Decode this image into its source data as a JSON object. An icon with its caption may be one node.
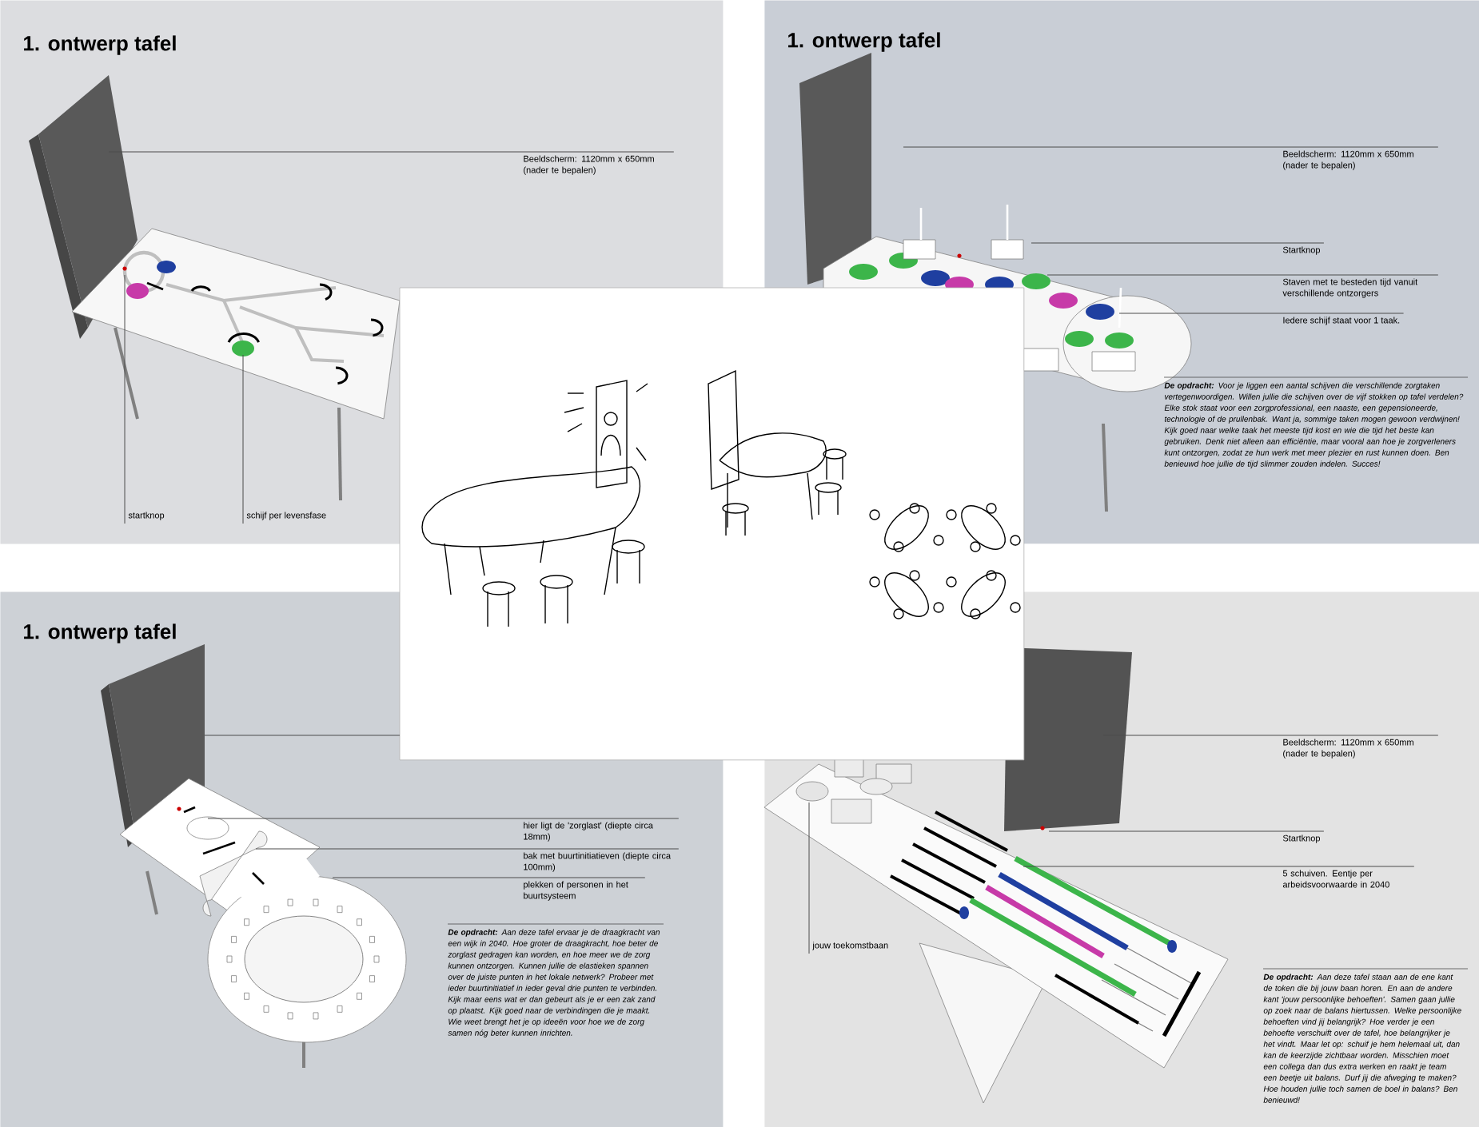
{
  "diagram": {
    "nodes": [
      {
        "text": [
          "1. ontwerp tafel"
        ]
      },
      {
        "text": [
          "1. ontwerp tafel"
        ]
      },
      {
        "text": [
          "1. ontwerp tafel"
        ]
      },
      {
        "text": [],
        "shape": "box"
      },
      {
        "text": [],
        "shape": "picture"
      },
      {
        "text": [
          "Beeldscherm: 1120mm x 650mm (nader te bepalen)"
        ],
        "in": 0
      },
      {
        "text": [
          "startknop"
        ],
        "in": 0
      },
      {
        "text": [
          "schijf per levensfase"
        ],
        "in": 0
      },
      {
        "text": [
          "Beeldscherm: 1120mm x 650mm (nader te bepalen)"
        ],
        "in": 1
      },
      {
        "text": [
          "Startknop"
        ],
        "in": 1
      },
      {
        "text": [
          "Staven met te besteden tijd vanuit verschillende ontzorgers"
        ],
        "in": 1
      },
      {
        "text": [
          "Iedere schijf staat voor 1 taak."
        ],
        "in": 1
      },
      {
        "text": [
          "hier ligt de 'zorglast' (diepte circa 18mm)"
        ],
        "in": 2
      },
      {
        "text": [
          "bak met buurtinitiatieven (diepte circa 100mm)"
        ],
        "in": 2
      },
      {
        "text": [
          "plekken of personen in het buurtsysteem"
        ],
        "in": 2
      },
      {
        "text": [
          "Beeldscherm: 1120mm x 650mm (nader te bepalen)"
        ],
        "in": 3
      },
      {
        "text": [
          "Startknop"
        ],
        "in": 3
      },
      {
        "text": [
          "5 schuiven. Eentje per arbeidsvoorwaarde in 2040"
        ],
        "in": 3
      },
      {
        "text": [
          "jouw toekomstbaan"
        ],
        "in": 3
      },
      {
        "text": [],
        "shape": "picture",
        "in": 0
      },
      {
        "text": [],
        "shape": "picture",
        "in": 1
      },
      {
        "text": [],
        "shape": "picture",
        "in": 2
      },
      {
        "text": [],
        "shape": "picture",
        "in": 3
      }
    ],
    "edges": [
      {
        "from": 5,
        "to": 19,
        "arrow": "none"
      },
      {
        "from": 6,
        "to": 19,
        "arrow": "none"
      },
      {
        "from": 7,
        "to": 19,
        "arrow": "none"
      },
      {
        "from": 8,
        "to": 20,
        "arrow": "none"
      },
      {
        "from": 9,
        "to": 20,
        "arrow": "none"
      },
      {
        "from": 10,
        "to": 20,
        "arrow": "none"
      },
      {
        "from": 11,
        "to": 20,
        "arrow": "none"
      },
      {
        "from": 12,
        "to": 21,
        "arrow": "none"
      },
      {
        "from": 13,
        "to": 21,
        "arrow": "none"
      },
      {
        "from": 14,
        "to": 21,
        "arrow": "none"
      },
      {
        "from": 15,
        "to": 22,
        "arrow": "none"
      },
      {
        "from": 16,
        "to": 22,
        "arrow": "none"
      },
      {
        "from": 17,
        "to": 22,
        "arrow": "none"
      },
      {
        "from": 18,
        "to": 22,
        "arrow": "none"
      },
      {
        "from": 4,
        "to": 21,
        "arrow": "none"
      }
    ],
    "labels": [
      "**De opdracht:** Voor je liggen een aantal schijven die verschillende zorgtaken vertegenwoordigen. Willen jullie die schijven over de vijf stokken op tafel verdelen? Elke stok staat voor een zorgprofessional, een naaste, een gepensioneerde, technologie of de prullenbak. Want ja, sommige taken mogen gewoon verdwijnen! Kijk goed naar welke taak het meeste tijd kost en wie die tijd het beste kan gebruiken. Denk niet alleen aan efficiëntie, maar vooral aan hoe je zorgverleners kunt ontzorgen, zodat ze hun werk met meer plezier en rust kunnen doen. Ben benieuwd hoe jullie de tijd slimmer zouden indelen. Succes!",
      "**De opdracht:** Aan deze tafel ervaar je de draagkracht van een wijk in 2040. Hoe groter de draagkracht, hoe beter de zorglast gedragen kan worden, en hoe meer we de zorg kunnen ontzorgen. Kunnen jullie de elastieken spannen over de juiste punten in het lokale netwerk? Probeer met ieder buurtinitiatief in ieder geval drie punten te verbinden. Kijk maar eens wat er dan gebeurt als je er een zak zand op plaatst. Kijk goed naar de verbindingen die je maakt. Wie weet brengt het je op ideeën voor hoe we de zorg samen nóg beter kunnen inrichten.",
      "**De opdracht:** Aan deze tafel staan aan de ene kant de token die bij jouw baan horen. En aan de andere kant 'jouw persoonlijke behoeften'. Samen gaan jullie op zoek naar de balans hiertussen. Welke persoonlijke behoeften vind jij belangrijk? Hoe verder je een behoefte verschuift over de tafel, hoe belangrijker je het vindt. Maar let op: schuif je hem helemaal uit, dan kan de keerzijde zichtbaar worden. Misschien moet een collega dan dus extra werken en raakt je team een beetje uit balans. Durf jij die afweging te maken? Hoe houden jullie toch samen de boel in balans? Ben benieuwd!"
    ]
  }
}
